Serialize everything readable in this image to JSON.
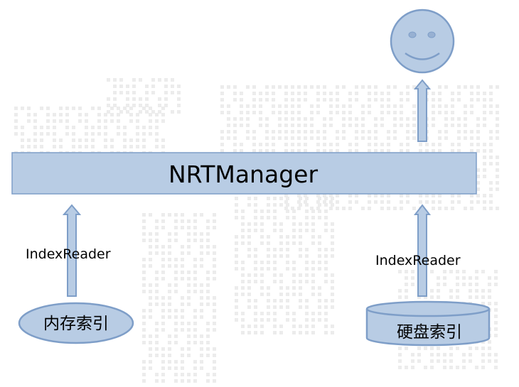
{
  "colors": {
    "shape_fill": "#b8cce4",
    "shape_stroke": "#7e9ec8",
    "arrow_fill": "#b8cce4",
    "arrow_stroke": "#7e9ec8",
    "map_dots": "#ececec"
  },
  "manager": {
    "label": "NRTManager"
  },
  "user": {
    "icon": "smiley-face-icon"
  },
  "memory_index": {
    "label": "内存索引",
    "reader_label": "IndexReader"
  },
  "disk_index": {
    "label": "硬盘索引",
    "reader_label": "IndexReader"
  }
}
